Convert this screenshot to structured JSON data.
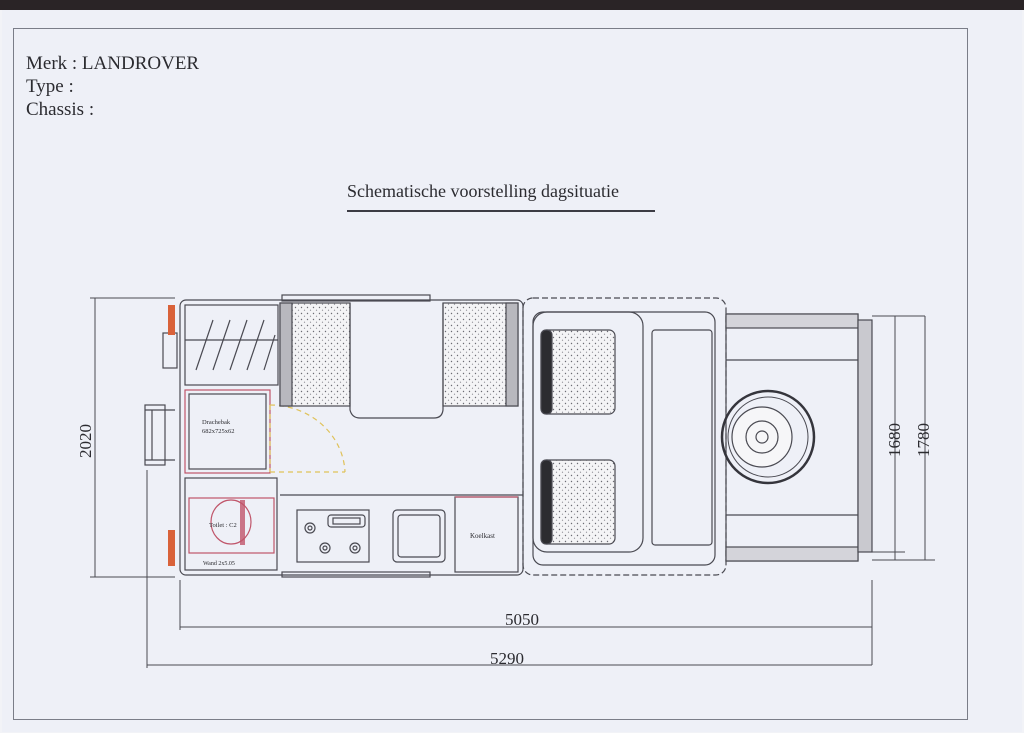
{
  "header": {
    "brand_line": "Merk : LANDROVER",
    "type_line": "Type :",
    "chassis_line": "Chassis :"
  },
  "title": "Schematische voorstelling dagsituatie",
  "labels": {
    "sink": "Drachebak",
    "sink_size": "682x725x62",
    "toilet": "Toilet : C2",
    "fridge": "Koelkast",
    "wall": "Wand 2x5.05"
  },
  "dimensions": {
    "height_total": "2020",
    "width_inner": "1680",
    "width_outer": "1780",
    "length_body": "5050",
    "length_total": "5290"
  },
  "colors": {
    "line": "#4a4a52",
    "accent_red": "#c0556a",
    "accent_yellow": "#e0c25a",
    "rear_light": "#d9623a"
  }
}
